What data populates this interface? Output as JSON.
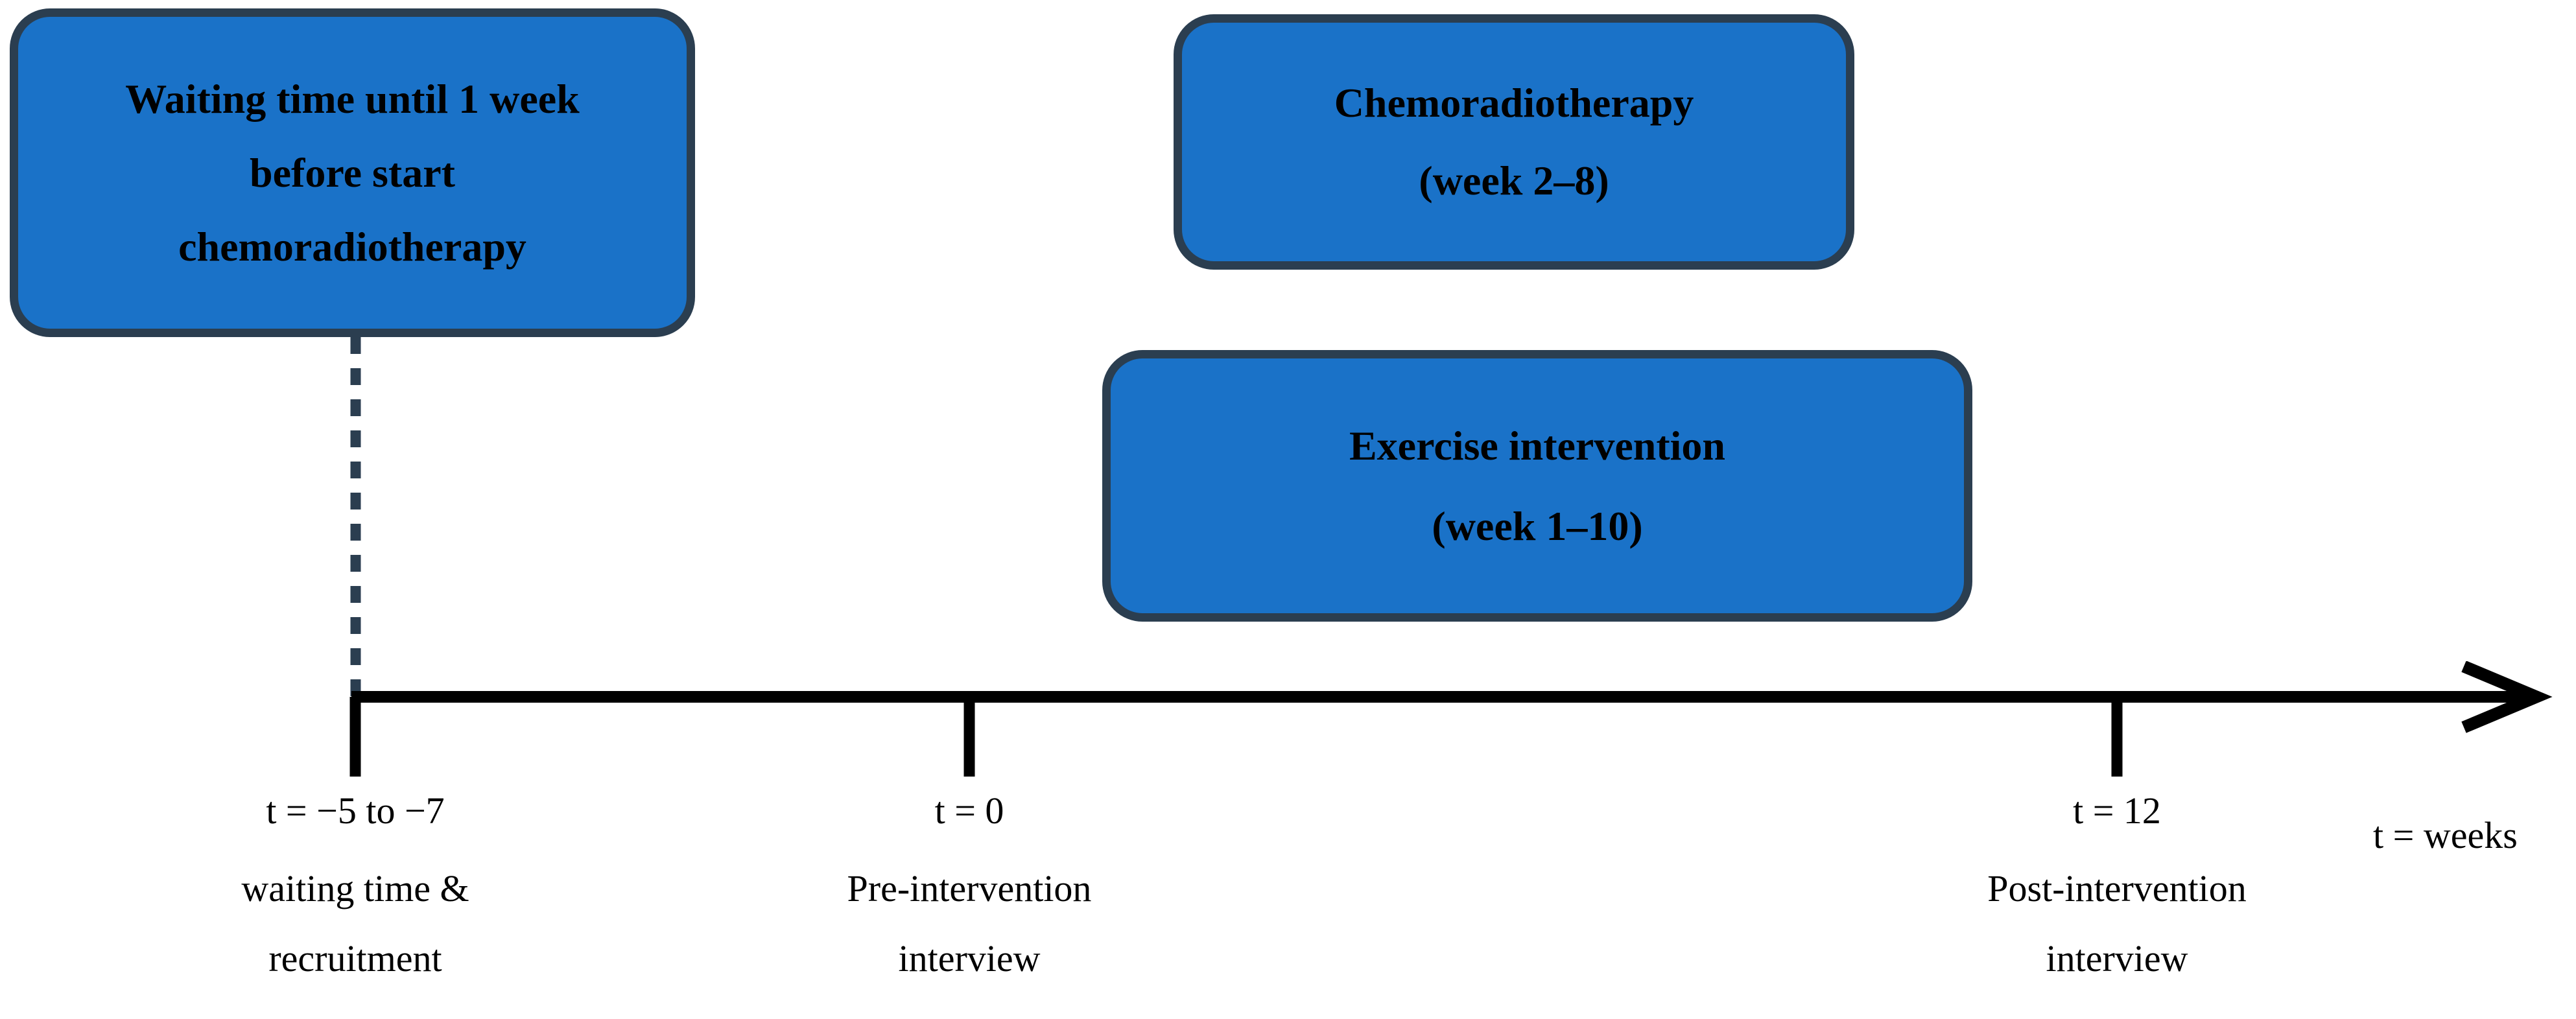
{
  "figure": {
    "type": "study-timeline-diagram",
    "colors": {
      "box_fill": "#1a72c8",
      "box_border": "#2b3e50",
      "dashed_line": "#2b3e50",
      "axis": "#000000",
      "background": "#ffffff",
      "text": "#000000"
    }
  },
  "boxes": [
    {
      "id": "waiting",
      "lines": [
        "Waiting time until 1 week",
        "before start",
        "chemoradiotherapy"
      ]
    },
    {
      "id": "chemoradiotherapy",
      "lines": [
        "Chemoradiotherapy",
        "(week 2–8)"
      ]
    },
    {
      "id": "exercise",
      "lines": [
        "Exercise intervention",
        "(week 1–10)"
      ]
    }
  ],
  "axis": {
    "unit_label": "t = weeks",
    "arrow_direction": "right",
    "ticks": [
      {
        "id": "recruitment",
        "t_label": "t = −5 to −7",
        "description": [
          "waiting time &",
          "recruitment"
        ]
      },
      {
        "id": "pre-intervention",
        "t_label": "t = 0",
        "description": [
          "Pre-intervention",
          "interview"
        ]
      },
      {
        "id": "post-intervention",
        "t_label": "t = 12",
        "description": [
          "Post-intervention",
          "interview"
        ]
      }
    ]
  },
  "chart_data": {
    "type": "table",
    "title": "",
    "xlabel": "t = weeks",
    "ylabel": "",
    "categories": [
      "t = −5 to −7",
      "t = 0",
      "t = 12"
    ],
    "x": [
      -6,
      0,
      12
    ],
    "annotations": [
      "waiting time & recruitment",
      "Pre-intervention interview",
      "Post-intervention interview"
    ],
    "series": [
      {
        "name": "Waiting time until 1 week before start chemoradiotherapy",
        "start_week": -7,
        "end_week": 0
      },
      {
        "name": "Chemoradiotherapy",
        "start_week": 2,
        "end_week": 8
      },
      {
        "name": "Exercise intervention",
        "start_week": 1,
        "end_week": 10
      }
    ],
    "xlim": [
      -7,
      13
    ],
    "grid": false,
    "legend": "none"
  }
}
